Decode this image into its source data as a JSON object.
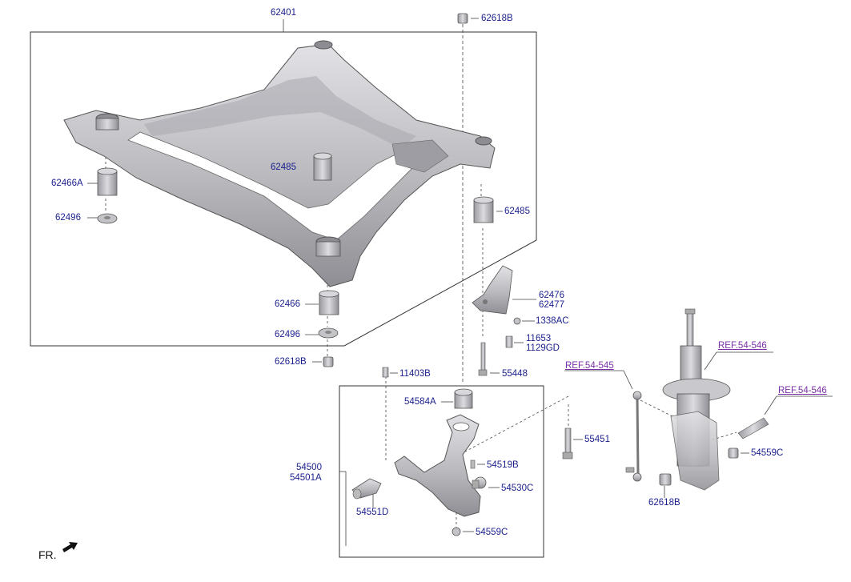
{
  "callouts": {
    "subframe": "62401",
    "nut_top": "62618B",
    "bushing_rear_right": "62485",
    "bushing_rear_left": "62485",
    "mount_front_left": "62466A",
    "washer_left": "62496",
    "mount_front_right": "62466",
    "washer_right": "62496",
    "nut_bottom": "62618B",
    "bracket_1": "62476",
    "bracket_2": "62477",
    "nut_small": "1338AC",
    "bolt_bracket_1": "11653",
    "bolt_bracket_2": "1129GD",
    "bolt_long": "55448",
    "bolt_arm_small": "11403B",
    "bushing_arm": "54584A",
    "bolt_arm": "55451",
    "lower_arm_1": "54500",
    "lower_arm_2": "54501A",
    "pin_1": "54519B",
    "ball_joint": "54530C",
    "bushing_front": "54551D",
    "nut_arm": "54559C",
    "strut_nut": "54559C",
    "link_nut": "62618B"
  },
  "references": {
    "ref_strut": "REF.54-546",
    "ref_link": "REF.54-545",
    "ref_knuckle": "REF.54-546"
  },
  "direction": {
    "label": "FR."
  },
  "colors": {
    "label": "#1a1f8c",
    "reference": "#7b2fa8",
    "part_fill": "#c4c4c8",
    "part_shade": "#9a9aa0",
    "line": "#444444"
  }
}
